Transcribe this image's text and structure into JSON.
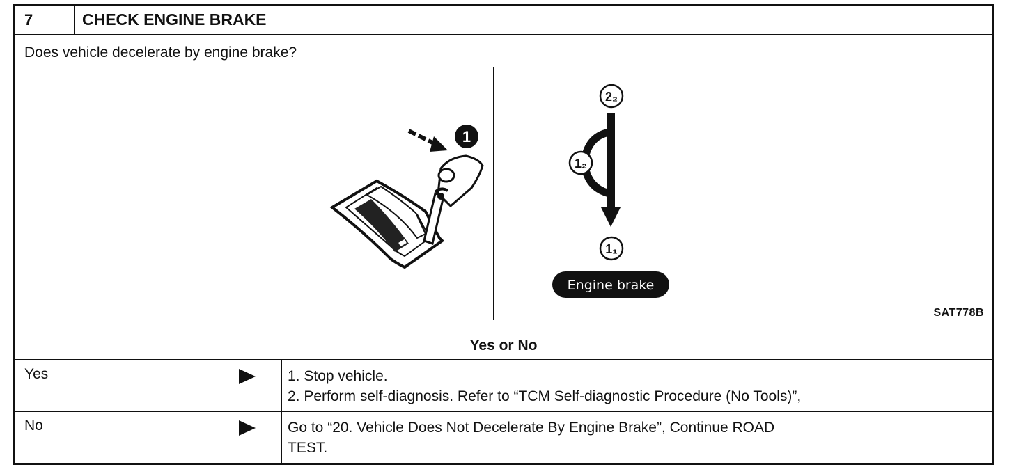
{
  "step": {
    "number": "7",
    "title": "CHECK ENGINE BRAKE"
  },
  "question": "Does vehicle decelerate by engine brake?",
  "figure": {
    "callout_number": "1",
    "positions": {
      "top": "2₂",
      "middle": "1₂",
      "bottom": "1₁"
    },
    "engine_brake_label": "Engine brake",
    "code": "SAT778B"
  },
  "prompt": "Yes or No",
  "answers": {
    "yes": {
      "label": "Yes",
      "actions": [
        "1.  Stop vehicle.",
        "2.  Perform self-diagnosis. Refer to “TCM Self-diagnostic Procedure (No Tools)”,"
      ]
    },
    "no": {
      "label": "No",
      "actions": [
        "Go to “20. Vehicle Does Not Decelerate By Engine Brake”, Continue ROAD",
        "TEST."
      ]
    }
  }
}
